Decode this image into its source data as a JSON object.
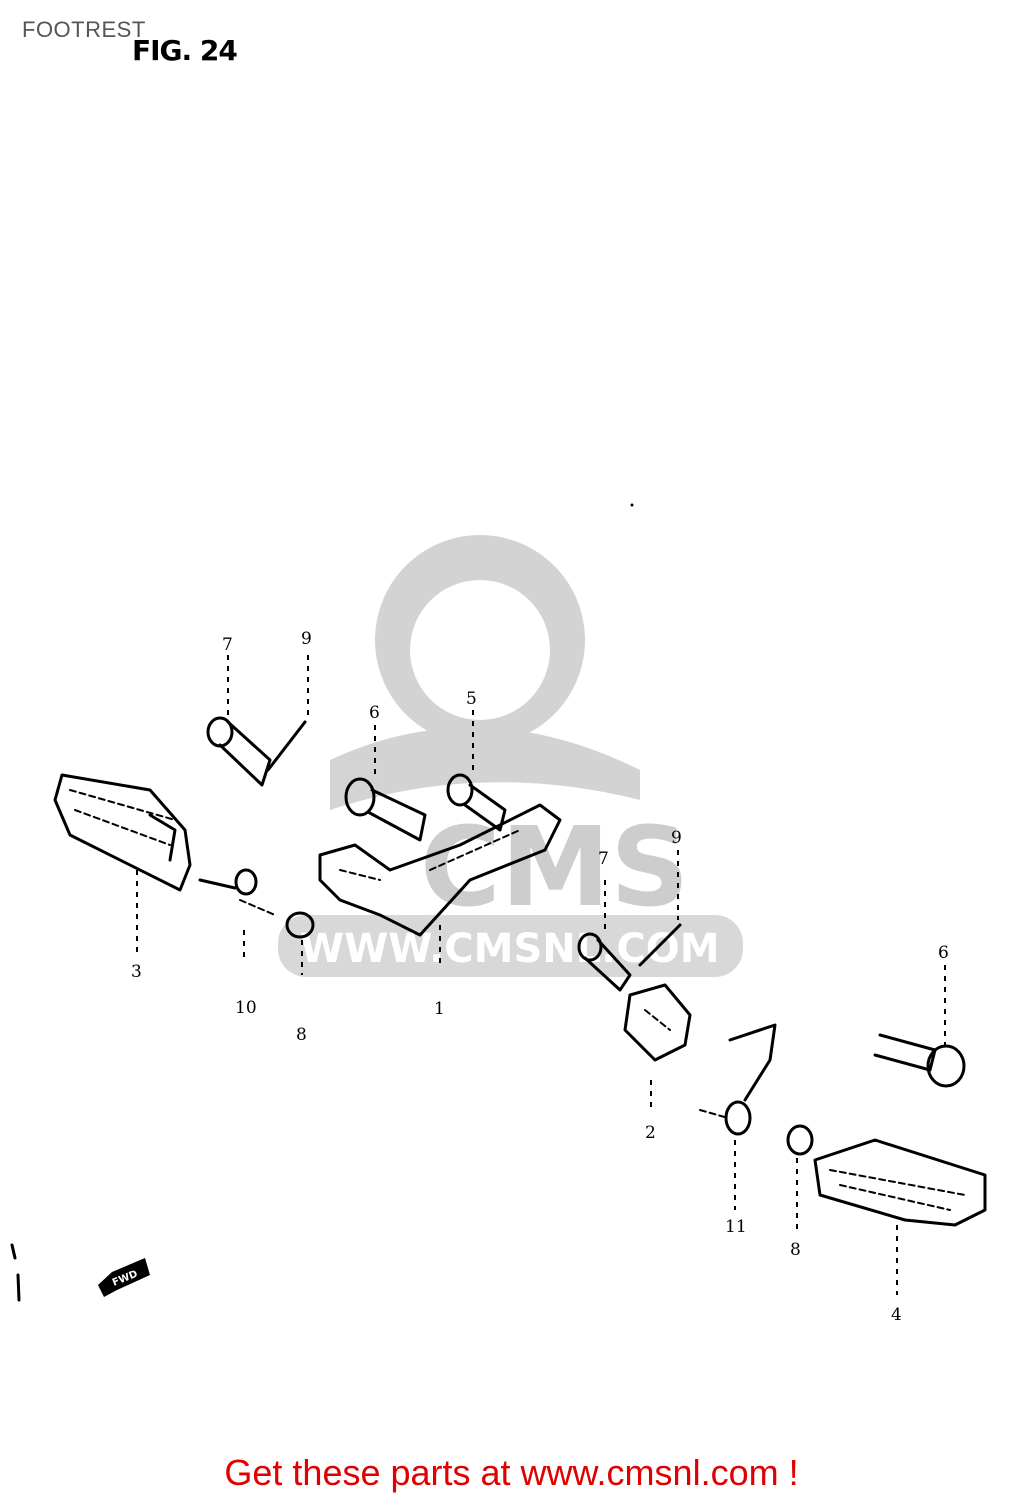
{
  "header": {
    "title": "FOOTREST",
    "figure_label": "FIG. 24"
  },
  "callouts": {
    "c7_top": "7",
    "c9_top": "9",
    "c6_left": "6",
    "c5": "5",
    "c3": "3",
    "c10": "10",
    "c8_left": "8",
    "c1": "1",
    "c7_right": "7",
    "c9_right": "9",
    "c2": "2",
    "c11": "11",
    "c8_right": "8",
    "c4": "4",
    "c6_right": "6"
  },
  "direction_marker": "FWD",
  "watermark": {
    "brand": "CMS",
    "url": "WWW.CMSNL.COM"
  },
  "footer": {
    "link_text": "Get these parts at www.cmsnl.com !",
    "link_color": "#e00000"
  }
}
